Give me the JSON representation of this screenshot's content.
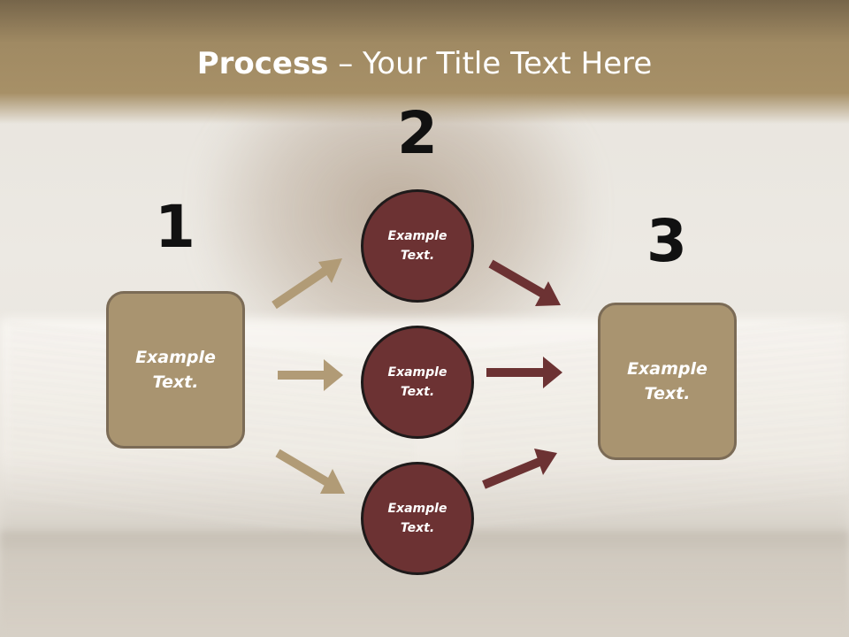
{
  "title": {
    "strong": "Process",
    "rest": " – Your Title Text Here"
  },
  "steps": {
    "one": {
      "number": "1",
      "text": "Example Text."
    },
    "two": {
      "number": "2",
      "circles": [
        {
          "text": "Example Text."
        },
        {
          "text": "Example Text."
        },
        {
          "text": "Example Text."
        }
      ]
    },
    "three": {
      "number": "3",
      "text": "Example Text."
    }
  },
  "colors": {
    "title_band": "#a79067",
    "box_fill": "#a99470",
    "box_border": "#7b6b56",
    "circle_fill": "#6c3233",
    "arrow_tan": "#b19b76",
    "arrow_maroon": "#6c3233"
  }
}
